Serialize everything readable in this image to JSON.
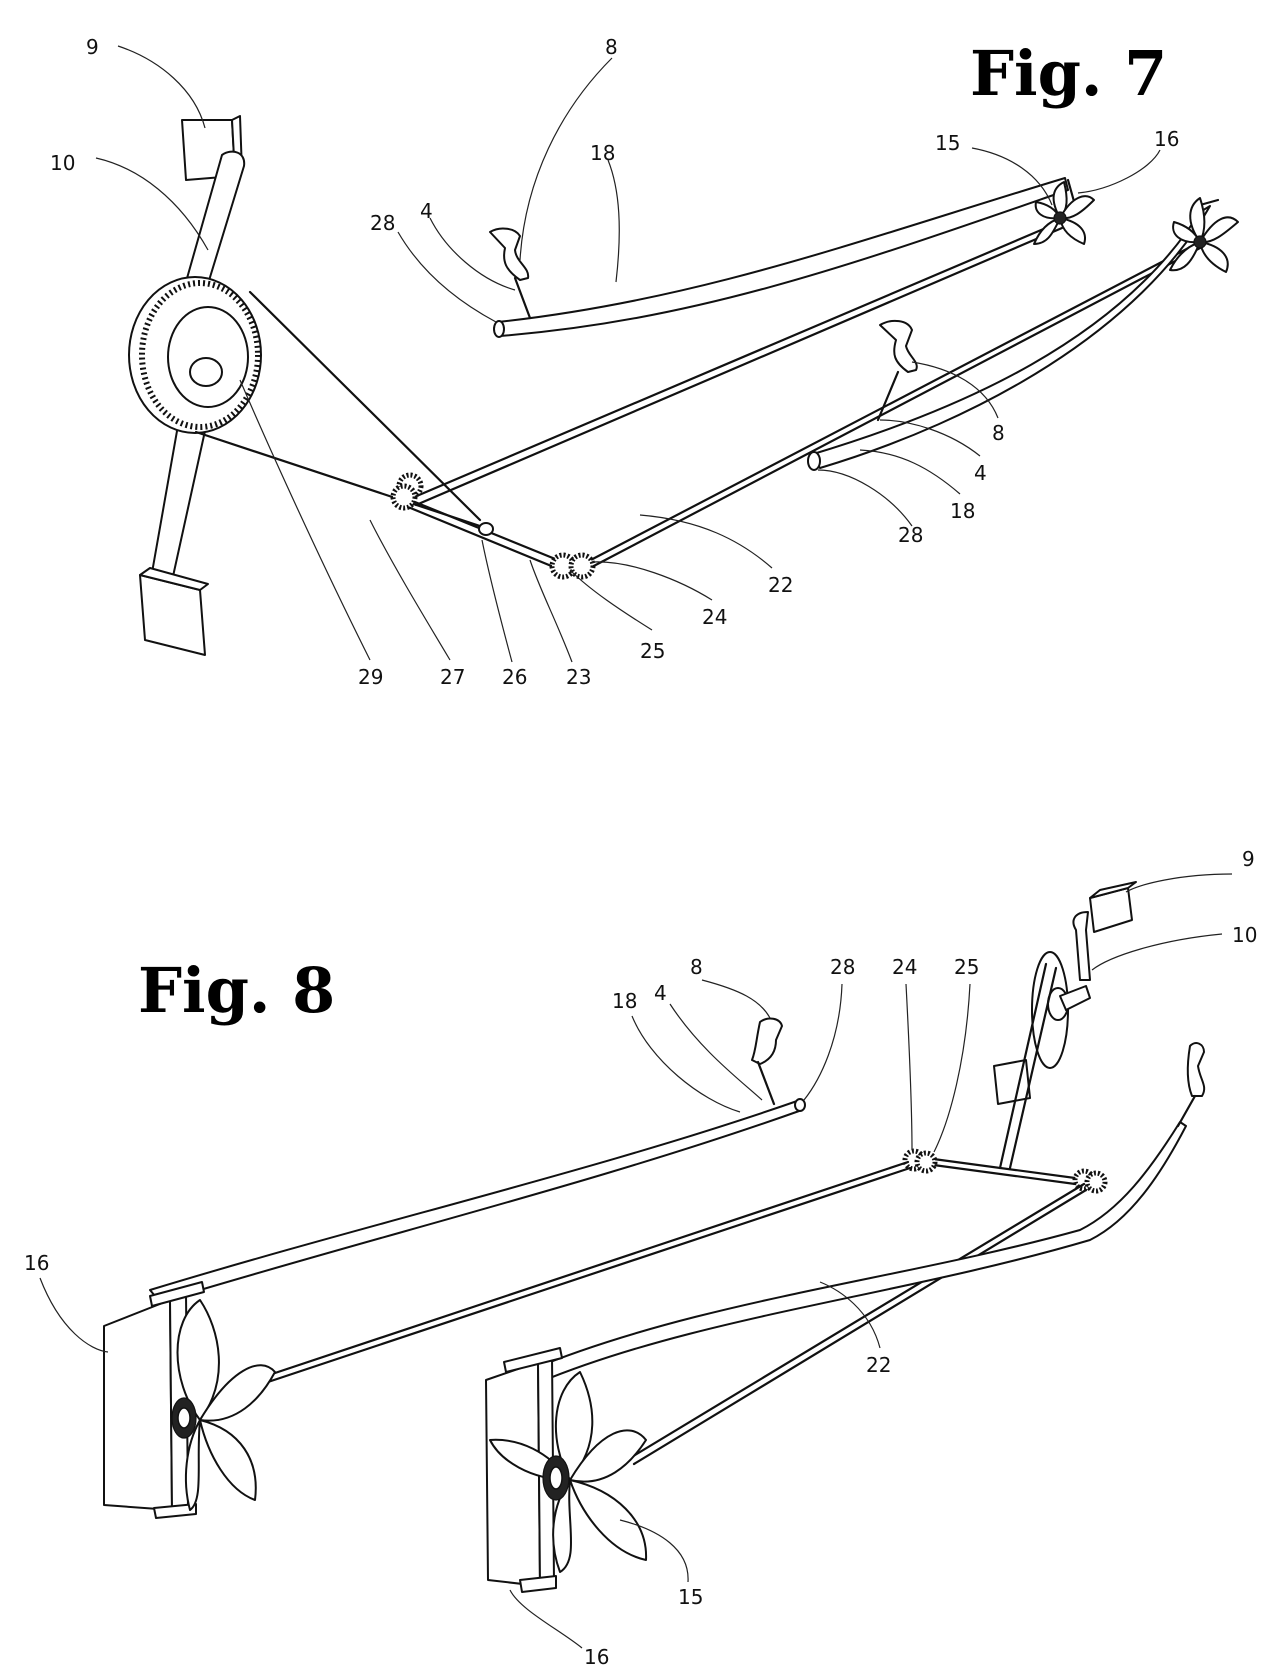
{
  "figures": [
    {
      "title": "Fig. 7",
      "labels": [
        "9",
        "8",
        "10",
        "18",
        "15",
        "16",
        "28",
        "4",
        "8",
        "4",
        "18",
        "28",
        "22",
        "24",
        "25",
        "29",
        "27",
        "26",
        "23"
      ]
    },
    {
      "title": "Fig. 8",
      "labels": [
        "9",
        "10",
        "8",
        "28",
        "24",
        "25",
        "18",
        "4",
        "16",
        "22",
        "15",
        "16"
      ]
    }
  ]
}
